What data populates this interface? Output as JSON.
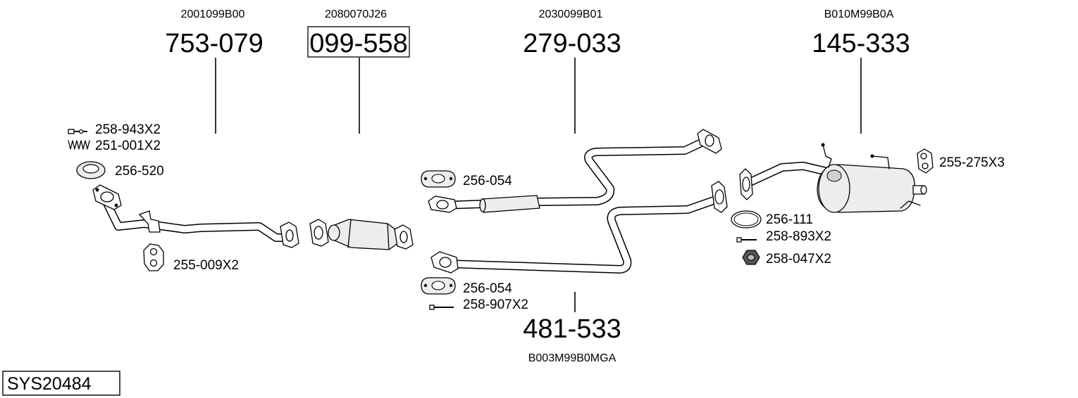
{
  "diagram": {
    "system_id": "SYS20484",
    "assemblies": [
      {
        "oem": "2001099B00",
        "part_number": "753-079"
      },
      {
        "oem": "2080070J26",
        "part_number": "099-558"
      },
      {
        "oem": "2030099B01",
        "part_number": "279-033"
      },
      {
        "oem": "B010M99B0A",
        "part_number": "145-333"
      },
      {
        "oem": "B003M99B0MGA",
        "part_number": "481-533"
      }
    ],
    "accessories": {
      "bolt_front": "258-943X2",
      "spring": "251-001X2",
      "ring_gasket": "256-520",
      "rubber_mount_front": "255-009X2",
      "gasket_mid_upper": "256-054",
      "gasket_mid_lower": "256-054",
      "bolt_mid": "258-907X2",
      "rubber_mount_rear": "255-275X3",
      "ring_rear": "256-111",
      "bolt_rear": "258-893X2",
      "nut_rear": "258-047X2"
    }
  }
}
